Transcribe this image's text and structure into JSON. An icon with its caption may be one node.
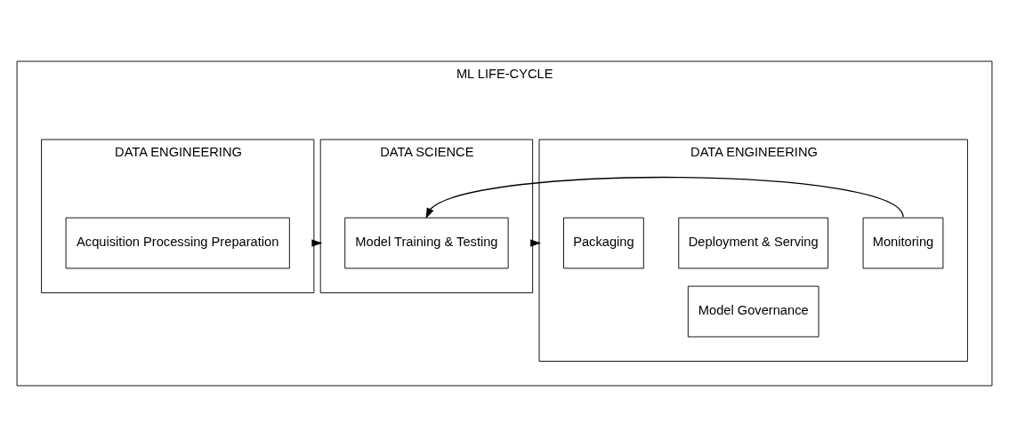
{
  "diagram": {
    "nodes": [
      {
        "text": [
          "ML LIFE-CYCLE"
        ]
      },
      {
        "text": [
          "DATA ENGINEERING"
        ],
        "in": 0
      },
      {
        "text": [
          "Acquisition Processing Preparation"
        ],
        "in": 1
      },
      {
        "text": [
          "DATA SCIENCE"
        ],
        "in": 0
      },
      {
        "text": [
          "Model Training & Testing"
        ],
        "in": 3
      },
      {
        "text": [
          "DATA ENGINEERING"
        ],
        "in": 0
      },
      {
        "text": [
          "Packaging"
        ],
        "in": 5
      },
      {
        "text": [
          "Deployment & Serving"
        ],
        "in": 5
      },
      {
        "text": [
          "Monitoring"
        ],
        "in": 5
      },
      {
        "text": [
          "Model Governance"
        ],
        "in": 5
      }
    ],
    "edges": [
      {
        "from": 1,
        "to": 3,
        "arrow": "to"
      },
      {
        "from": 3,
        "to": 5,
        "arrow": "to"
      },
      {
        "from": 8,
        "to": 4,
        "arrow": "to"
      }
    ]
  }
}
